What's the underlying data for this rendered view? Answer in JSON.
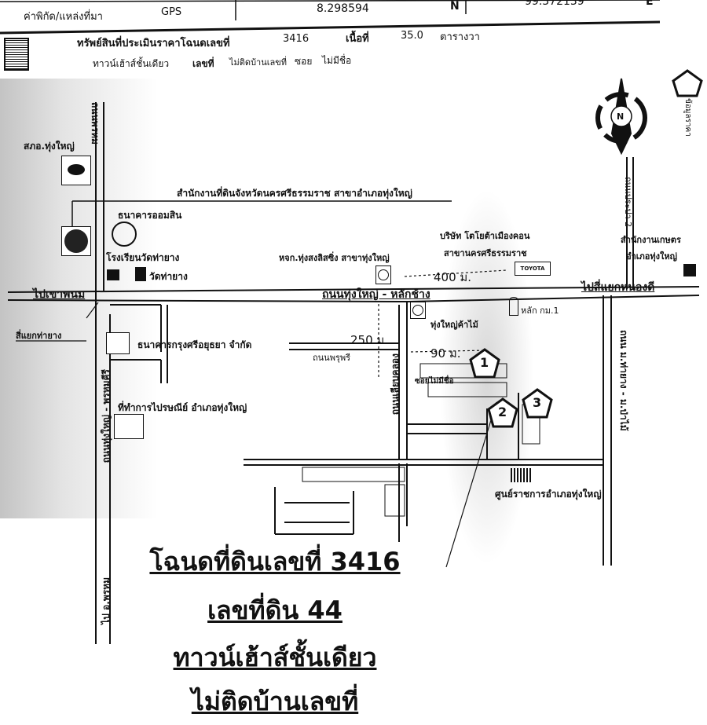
{
  "header": {
    "coord_label": "ค่าพิกัด/แหล่งที่มา",
    "coord_source": "GPS",
    "lat": "8.298594",
    "lat_dir": "N",
    "lon": "99.372139",
    "lon_dir": "E",
    "asset_label": "ทรัพย์สินที่ประเมินราคาโฉนดเลขที่",
    "deed_no": "3416",
    "area_label": "เนื้อที่",
    "area_value": "35.0",
    "area_unit": "ตารางวา",
    "type": "ทาวน์เฮ้าส์ชั้นเดียว",
    "no_label": "เลขที่",
    "no_value": "ไม่ติดบ้านเลขที่",
    "soi_label": "ซอย",
    "soi_value": "ไม่มีชื่อ"
  },
  "map": {
    "compass": "N",
    "labels": {
      "police": "สภอ.ทุ่งใหญ่",
      "land_office": "สำนักงานที่ดินจังหวัดนครศรีธรรมราช สาขาอำเภอทุ่งใหญ่",
      "gsb": "ธนาคารออมสิน",
      "school": "โรงเรียนวัดท่ายาง",
      "temple": "วัดท่ายาง",
      "shop": "หจก.ทุ่งสงลิสซิ่ง สาขาทุ่งใหญ่",
      "dist400": "400 ม.",
      "toyota1": "บริษัท โตโยต้าเมืองคอน",
      "toyota2": "สาขานครศรีธรรมราช",
      "toyota_logo": "TOYOTA",
      "agri1": "สำนักงานเกษตร",
      "agri2": "อำเภอทุ่งใหญ่",
      "to_khaophanom": "ไปเขาพนม",
      "main_road": "ถนนทุ่งใหญ่ - หลักช้าง",
      "to_nongdi": "ไปสี่แยกหนองดี",
      "junction": "สี่แยกท่ายาง",
      "krungsri": "ธนาคารกรุงศรีอยุธยา จำกัด",
      "dist250": "250 ม.",
      "road_phruphri": "ถนนพรุพรี",
      "timber": "ทุ่งใหญ่ค้าไม้",
      "km_post": "หลัก กม.1",
      "dist90": "90 ม.",
      "soi": "ซอยไม่มีชื่อ",
      "post": "ที่ทำการไปรษณีย์ อำเภอทุ่งใหญ่",
      "gov_center": "ศูนย์ราชการอำเภอทุ่งใหญ่",
      "road_left_top": "ถนนพรหม",
      "road_left": "ถนนทุ่งใหญ่ - พรหมคีรี",
      "road_left_bottom": "ไป อ.พรหม",
      "road_mid": "ถนนเลียบคลอง",
      "road_right": "ถนน ม.ท่ายาง - ม.ป่าไม้",
      "road_prapa": "ถนนประปา 2",
      "price_info": "ข้อมูลราคา"
    },
    "markers": [
      "1",
      "2",
      "3"
    ]
  },
  "footer": {
    "line1": "โฉนดที่ดินเลขที่ 3416",
    "line2": "เลขที่ดิน 44",
    "line3": "ทาวน์เฮ้าส์ชั้นเดียว",
    "line4": "ไม่ติดบ้านเลขที่"
  }
}
